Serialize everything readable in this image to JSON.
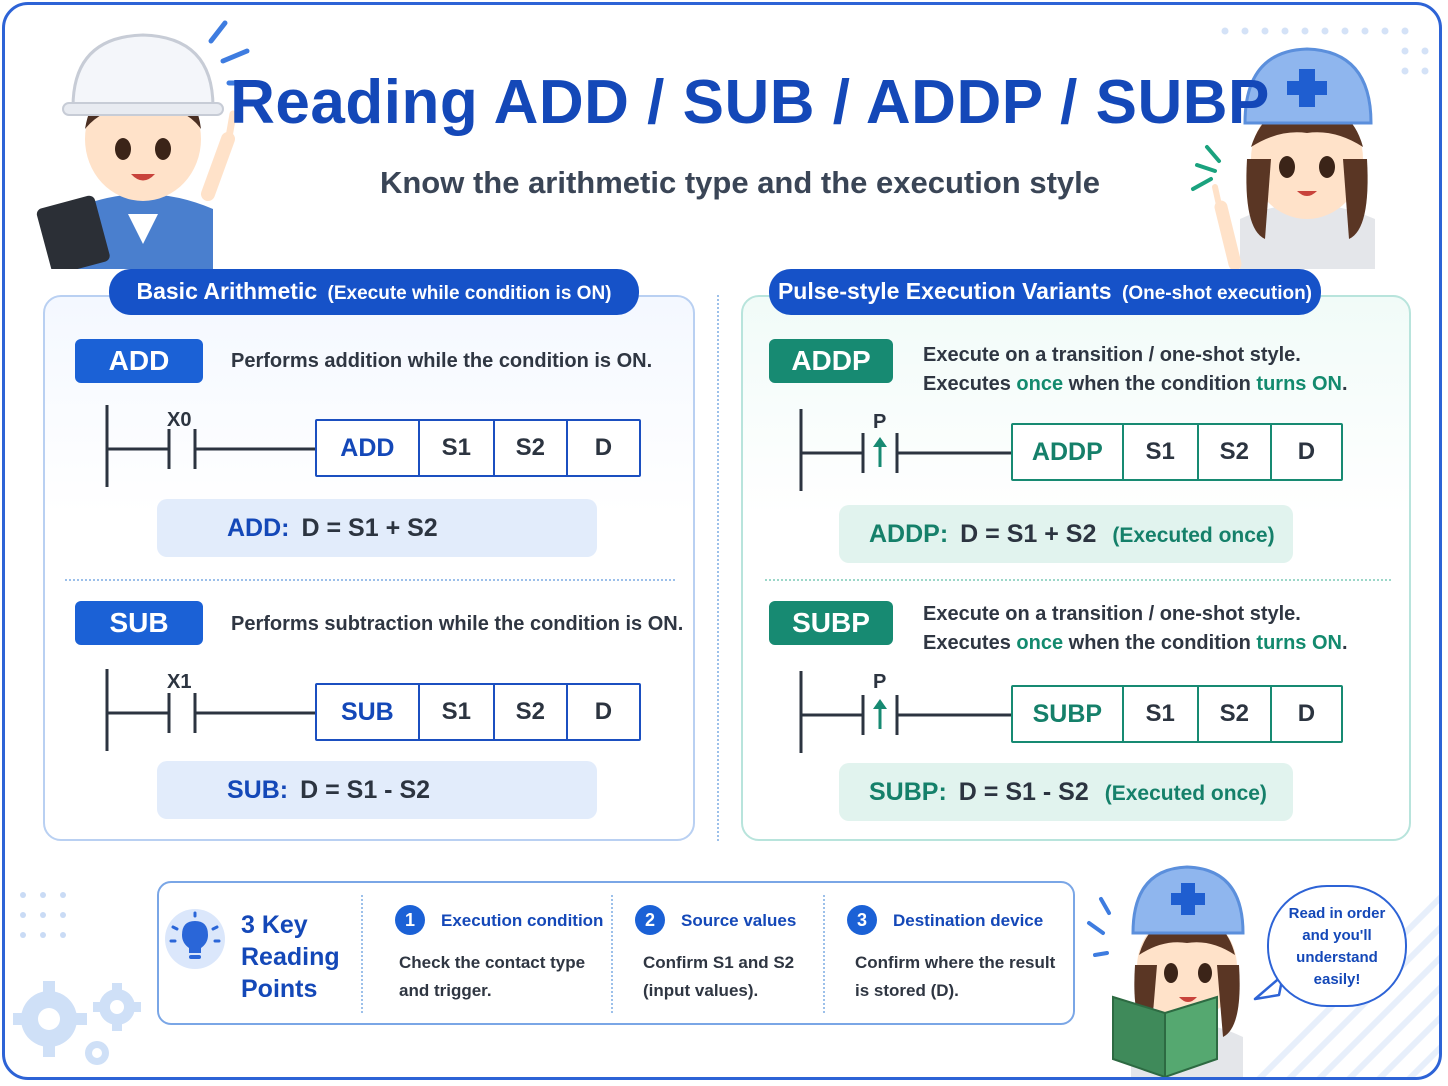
{
  "header": {
    "title": "Reading ADD / SUB / ADDP / SUBP",
    "subtitle": "Know the arithmetic type and the execution style"
  },
  "left_section": {
    "heading": "Basic Arithmetic",
    "heading_note": "(Execute while condition is ON)",
    "add": {
      "tag": "ADD",
      "description": "Performs addition while the condition is ON.",
      "contact": "X0",
      "cells": [
        "ADD",
        "S1",
        "S2",
        "D"
      ],
      "formula_key": "ADD:",
      "formula": "D = S1 + S2"
    },
    "sub": {
      "tag": "SUB",
      "description": "Performs subtraction while the condition is ON.",
      "contact": "X1",
      "cells": [
        "SUB",
        "S1",
        "S2",
        "D"
      ],
      "formula_key": "SUB:",
      "formula": "D = S1 - S2"
    }
  },
  "right_section": {
    "heading": "Pulse-style Execution Variants",
    "heading_note": "(One-shot execution)",
    "addp": {
      "tag": "ADDP",
      "desc_line1": "Execute on a transition / one-shot style.",
      "desc_pre": "Executes ",
      "desc_once": "once",
      "desc_mid": " when the condition ",
      "desc_turns": "turns ON",
      "desc_end": ".",
      "contact": "P",
      "cells": [
        "ADDP",
        "S1",
        "S2",
        "D"
      ],
      "formula_key": "ADDP:",
      "formula": "D = S1 + S2",
      "formula_note": "(Executed once)"
    },
    "subp": {
      "tag": "SUBP",
      "desc_line1": "Execute on a transition / one-shot style.",
      "desc_pre": "Executes ",
      "desc_once": "once",
      "desc_mid": " when the condition ",
      "desc_turns": "turns ON",
      "desc_end": ".",
      "contact": "P",
      "cells": [
        "SUBP",
        "S1",
        "S2",
        "D"
      ],
      "formula_key": "SUBP:",
      "formula": "D = S1 - S2",
      "formula_note": "(Executed once)"
    }
  },
  "key_points": {
    "title_line1": "3 Key",
    "title_line2": "Reading",
    "title_line3": "Points",
    "items": [
      {
        "num": "1",
        "title": "Execution condition",
        "line1": "Check the contact type",
        "line2": "and trigger."
      },
      {
        "num": "2",
        "title": "Source values",
        "line1": "Confirm S1 and S2",
        "line2": "(input values)."
      },
      {
        "num": "3",
        "title": "Destination device",
        "line1": "Confirm where the result",
        "line2": "is stored (D)."
      }
    ]
  },
  "bubble": {
    "line1": "Read in order",
    "line2": "and you'll",
    "line3": "understand",
    "line4": "easily!"
  },
  "colors": {
    "primary_blue": "#1652c8",
    "teal": "#178a72",
    "frame": "#2d63d6"
  }
}
